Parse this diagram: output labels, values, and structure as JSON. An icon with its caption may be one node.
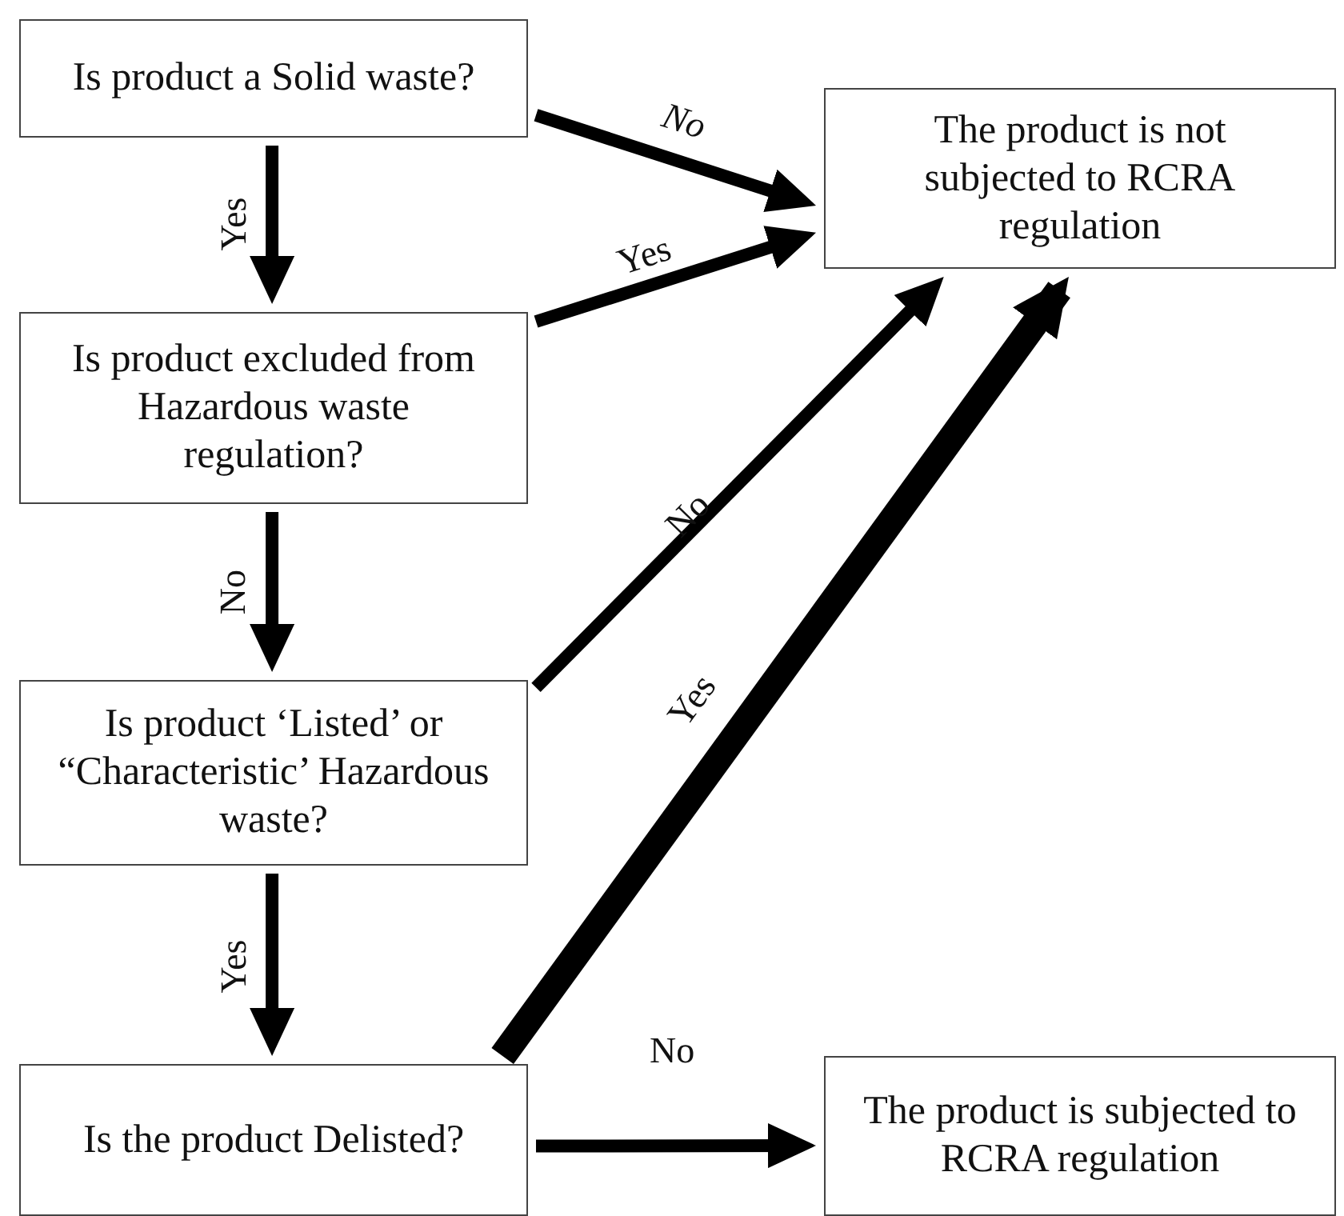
{
  "diagram": {
    "nodes": [
      {
        "text": [
          "Is product a Solid waste?"
        ]
      },
      {
        "text": [
          "The product is not subjected to RCRA regulation"
        ]
      },
      {
        "text": [
          "Is product excluded from Hazardous waste regulation?"
        ]
      },
      {
        "text": [
          "Is product ‘Listed’ or “Characteristic’ Hazardous waste?"
        ]
      },
      {
        "text": [
          "Is the product Delisted?"
        ]
      },
      {
        "text": [
          "The product is subjected to RCRA regulation"
        ]
      }
    ],
    "edges": [
      {
        "from": 0,
        "to": 1,
        "arrow": "to",
        "label": "No"
      },
      {
        "from": 0,
        "to": 2,
        "arrow": "to",
        "label": "Yes"
      },
      {
        "from": 2,
        "to": 1,
        "arrow": "to",
        "label": "Yes"
      },
      {
        "from": 2,
        "to": 3,
        "arrow": "to",
        "label": "No"
      },
      {
        "from": 3,
        "to": 1,
        "arrow": "to",
        "label": "No"
      },
      {
        "from": 3,
        "to": 4,
        "arrow": "to",
        "label": "Yes"
      },
      {
        "from": 4,
        "to": 1,
        "arrow": "to",
        "label": "Yes",
        "style": "thick"
      },
      {
        "from": 4,
        "to": 5,
        "arrow": "to",
        "label": "No"
      }
    ]
  }
}
